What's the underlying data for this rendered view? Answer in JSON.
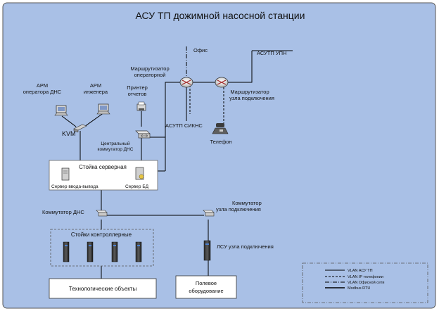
{
  "title": "АСУ ТП дожимной насосной станции",
  "labels": {
    "office": "Офис",
    "asutp_upn": "АСУТП УПН",
    "router_op_1": "Маршрутизатор",
    "router_op_2": "операторной",
    "router_conn_1": "Маршрутизатор",
    "router_conn_2": "узла подключения",
    "arm_op_1": "АРМ",
    "arm_op_2": "оператора ДНС",
    "arm_eng_1": "АРМ",
    "arm_eng_2": "инженера",
    "printer_1": "Принтер",
    "printer_2": "отчетов",
    "kvm": "KVM",
    "central_sw_1": "Центральный",
    "central_sw_2": "коммутатор ДНС",
    "asutp_siknc": "АСУТП СИКНС",
    "phone": "Телефон",
    "server_rack": "Стойка серверная",
    "server_io": "Сервер ввода-вывода",
    "server_db": "Сервер БД",
    "switch_dns": "Коммутатор ДНС",
    "switch_conn_1": "Коммутатор",
    "switch_conn_2": "узла подключения",
    "controller_racks": "Стойки контроллерные",
    "lsu": "ЛСУ узла подключения",
    "tech_objects": "Технологические объекты",
    "field_1": "Полевое",
    "field_2": "оборудование"
  },
  "legend": [
    {
      "label": "VLAN АСУ ТП",
      "style": "solid"
    },
    {
      "label": "VLAN IP телефонии",
      "style": "dashed"
    },
    {
      "label": "VLAN Офисной сети",
      "style": "dashdot"
    },
    {
      "label": "Modbus RTU",
      "style": "solid"
    }
  ],
  "colors": {
    "background": "#a9c0e6",
    "frame_border": "#555555",
    "line": "#000000"
  }
}
